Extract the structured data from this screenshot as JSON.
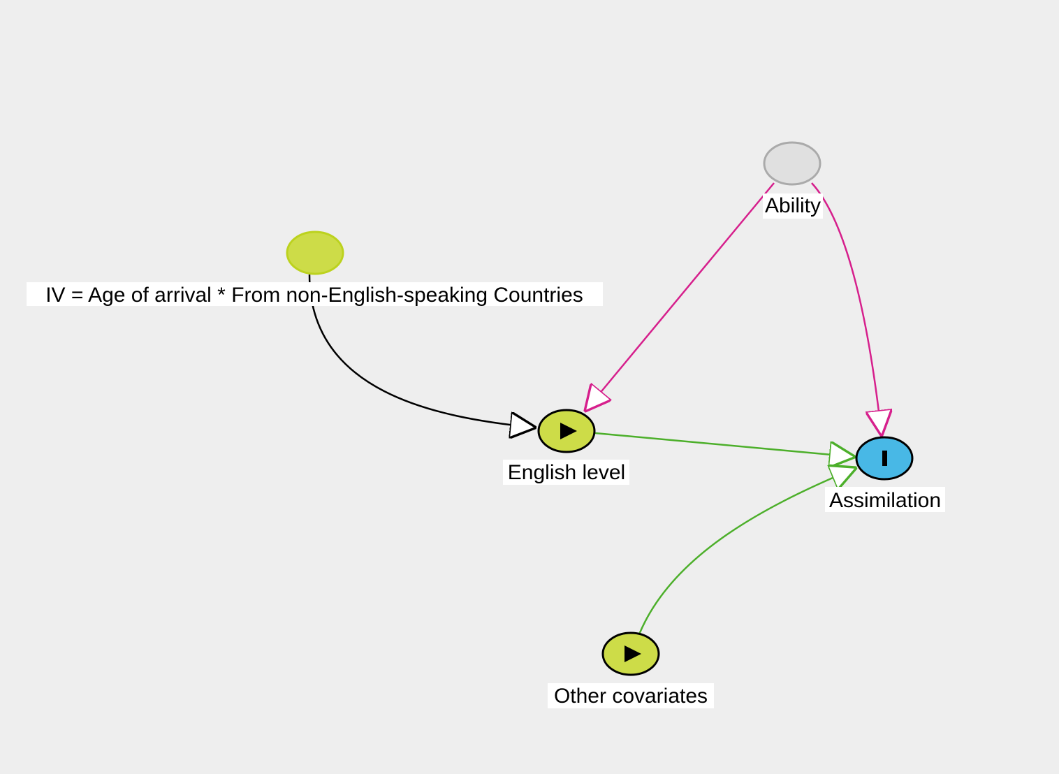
{
  "colors": {
    "background": "#eeeeee",
    "exposure_fill": "#cddc48",
    "outcome_fill": "#48b8e6",
    "latent_fill": "#e0e0e0",
    "latent_stroke": "#aaaaaa",
    "iv_stroke": "#bcd21e",
    "causal_path": "#4caf2a",
    "biasing_path": "#d61f8c",
    "other_path": "#000000"
  },
  "nodes": [
    {
      "id": "iv",
      "label": "IV = Age of arrival * From non-English-speaking Countries",
      "role": "instrument",
      "icon": "none"
    },
    {
      "id": "ability",
      "label": "Ability",
      "role": "latent",
      "icon": "none"
    },
    {
      "id": "english",
      "label": "English level",
      "role": "exposure",
      "icon": "play-icon"
    },
    {
      "id": "assimilation",
      "label": "Assimilation",
      "role": "outcome",
      "icon": "bar-icon"
    },
    {
      "id": "covariates",
      "label": "Other covariates",
      "role": "exposure",
      "icon": "play-icon"
    }
  ],
  "edges": [
    {
      "from": "iv",
      "to": "english",
      "kind": "other"
    },
    {
      "from": "ability",
      "to": "english",
      "kind": "biasing"
    },
    {
      "from": "ability",
      "to": "assimilation",
      "kind": "biasing"
    },
    {
      "from": "english",
      "to": "assimilation",
      "kind": "causal"
    },
    {
      "from": "covariates",
      "to": "assimilation",
      "kind": "causal"
    }
  ]
}
